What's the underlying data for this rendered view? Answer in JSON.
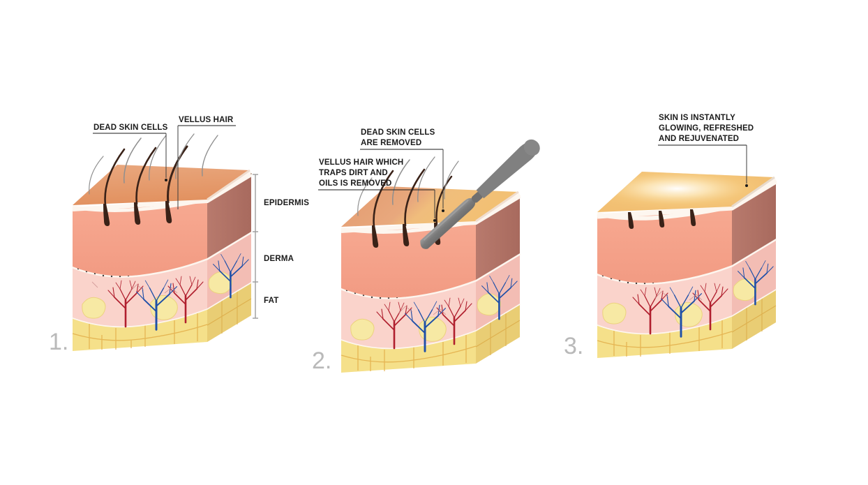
{
  "figure": {
    "title": "Dermaplaning skin layers — three stage diagram",
    "background_color": "#ffffff"
  },
  "palette": {
    "surface_dead_skin": "#e5a077",
    "surface_clean": "#f2bf72",
    "surface_glow": "#f6c878",
    "side_epidermis_dark": "#b5776b",
    "epidermis_front": "#f5a289",
    "dermis_front": "#fad3cb",
    "dermis_side": "#f3bdb4",
    "fat_yellow": "#f5e08a",
    "fat_cell_border": "#e8b44a",
    "fat_lobule": "#f7e9a4",
    "artery_red": "#b01f2e",
    "vein_blue": "#1f4fa8",
    "hair_dark": "#3a2218",
    "hair_light": "#8a8a8a",
    "label_text": "#1a1a1a",
    "step_number": "#b9b9b9",
    "bracket_gray": "#9d9d9d",
    "scalpel_gray": "#7d7d7d",
    "scalpel_gray_light": "#9a9a9a",
    "white_line": "#fdf6ef"
  },
  "panels": [
    {
      "id": "panel-1",
      "step_number": "1.",
      "labels": [
        {
          "id": "dead-skin-cells",
          "text": "DEAD SKIN CELLS"
        },
        {
          "id": "vellus-hair",
          "text": "VELLUS HAIR"
        }
      ],
      "layer_labels": [
        {
          "id": "epidermis",
          "text": "EPIDERMIS"
        },
        {
          "id": "derma",
          "text": "DERMA"
        },
        {
          "id": "fat",
          "text": "FAT"
        }
      ],
      "hair_count_long": 5,
      "follicle_count": 3,
      "state": "untreated"
    },
    {
      "id": "panel-2",
      "step_number": "2.",
      "labels": [
        {
          "id": "dead-skin-removed",
          "text": "DEAD SKIN CELLS\nARE REMOVED",
          "lines": [
            "DEAD SKIN CELLS",
            "ARE REMOVED"
          ]
        },
        {
          "id": "vellus-hair-removed",
          "text": "VELLUS HAIR WHICH\nTRAPS DIRT AND\nOILS IS REMOVED",
          "lines": [
            "VELLUS HAIR WHICH",
            "TRAPS DIRT AND",
            "OILS IS REMOVED"
          ]
        }
      ],
      "layer_labels": [],
      "tool": {
        "id": "scalpel",
        "name": "dermaplaning-blade"
      },
      "hair_count_long": 4,
      "follicle_count": 3,
      "state": "in-treatment"
    },
    {
      "id": "panel-3",
      "step_number": "3.",
      "labels": [
        {
          "id": "skin-glowing",
          "text": "SKIN IS INSTANTLY\nGLOWING, REFRESHED\nAND REJUVENATED",
          "lines": [
            "SKIN IS INSTANTLY",
            "GLOWING, REFRESHED",
            "AND REJUVENATED"
          ]
        }
      ],
      "layer_labels": [],
      "hair_count_long": 0,
      "follicle_count": 3,
      "state": "treated"
    }
  ]
}
